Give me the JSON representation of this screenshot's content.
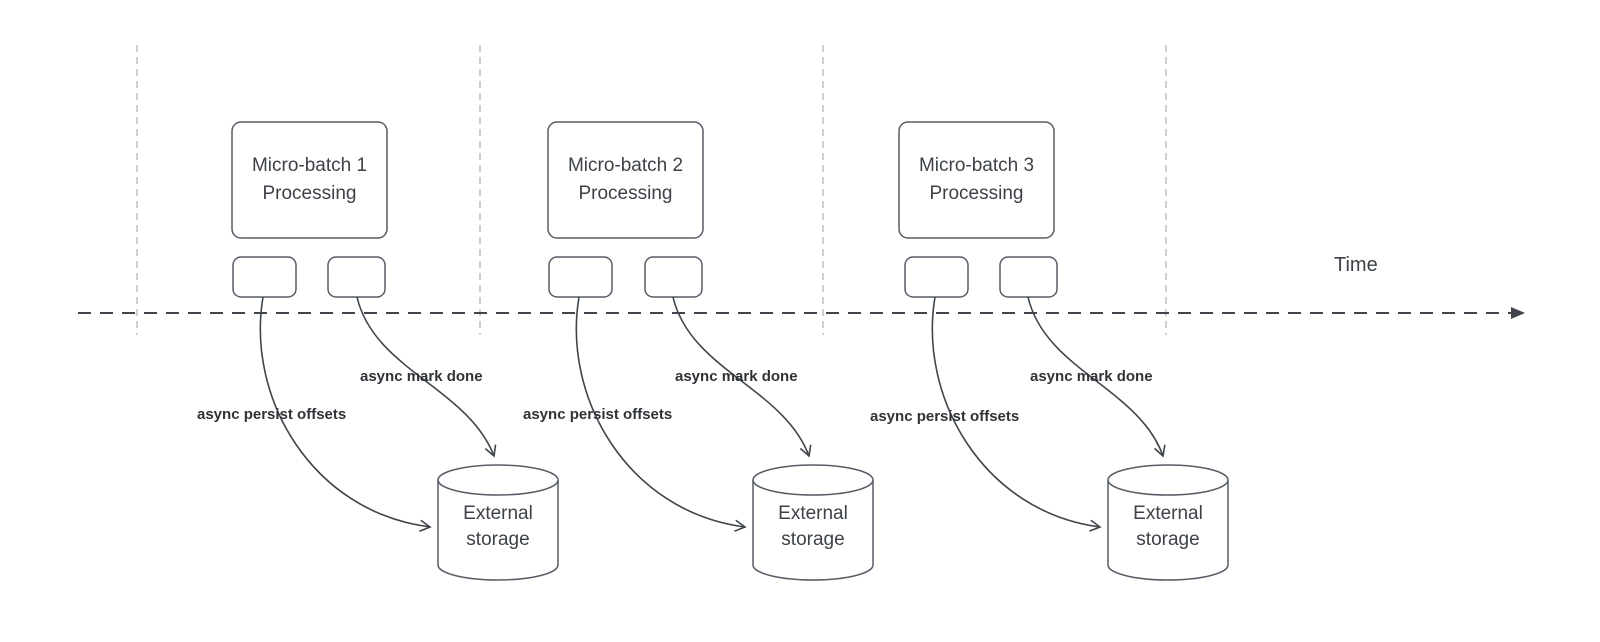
{
  "diagram": {
    "time_axis_label": "Time",
    "batches": [
      {
        "title": "Micro-batch 1\nProcessing",
        "persist_label": "async persist offsets",
        "mark_done_label": "async mark done",
        "storage_label": "External\nstorage"
      },
      {
        "title": "Micro-batch 2\nProcessing",
        "persist_label": "async persist offsets",
        "mark_done_label": "async mark done",
        "storage_label": "External\nstorage"
      },
      {
        "title": "Micro-batch 3\nProcessing",
        "persist_label": "async persist offsets",
        "mark_done_label": "async mark done",
        "storage_label": "External\nstorage"
      }
    ],
    "colors": {
      "node_stroke": "#565d66",
      "arrow_stroke": "#40454b",
      "gridline": "#bcc0c4",
      "text": "#3d4248"
    }
  }
}
